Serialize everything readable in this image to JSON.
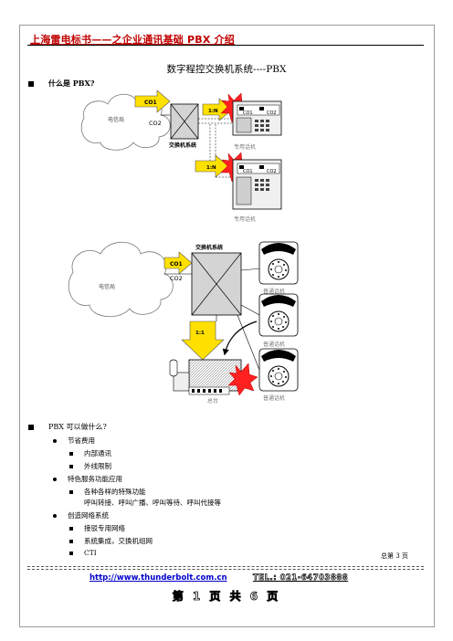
{
  "header": {
    "title": "上海雷电标书——之企业通讯基础 PBX 介绍"
  },
  "main": {
    "title": "数字程控交换机系统----PBX",
    "section1": "什么是 PBX?",
    "section2": "PBX 可以做什么?",
    "items": [
      "节省费用",
      "内部通讯",
      "外线限制",
      "特色服务功能应用",
      "各种各样的特殊功能",
      "呼叫转接、呼叫广播、呼叫等待、呼叫代接等",
      "创造网络系统",
      "接驳专用网络",
      "系统集成，交换机组网",
      "CTI"
    ],
    "page_total": "总第 3 页"
  },
  "diagram1": {
    "cloud_label": "电信局",
    "co1": "CO1",
    "co2": "CO2",
    "switch_label": "交换机系统",
    "ratio": "1:N",
    "phone_label": "专用话机"
  },
  "diagram2": {
    "cloud_label": "电信局",
    "co1": "CO1",
    "co2": "CO2",
    "switch_label": "交换机系统",
    "ratio": "1:1",
    "operator_label": "总台",
    "ordinary_phone": "普通话机"
  },
  "footer": {
    "url": "http://www.thunderbolt.com.cn",
    "tel": "TEL.: 021-64703888",
    "page": "第 1 页 共 6 页"
  },
  "colors": {
    "header_red": "#c00000",
    "arrow_yellow": "#ffe000",
    "burst_red": "#ff2020",
    "link_blue": "#0000cc"
  }
}
